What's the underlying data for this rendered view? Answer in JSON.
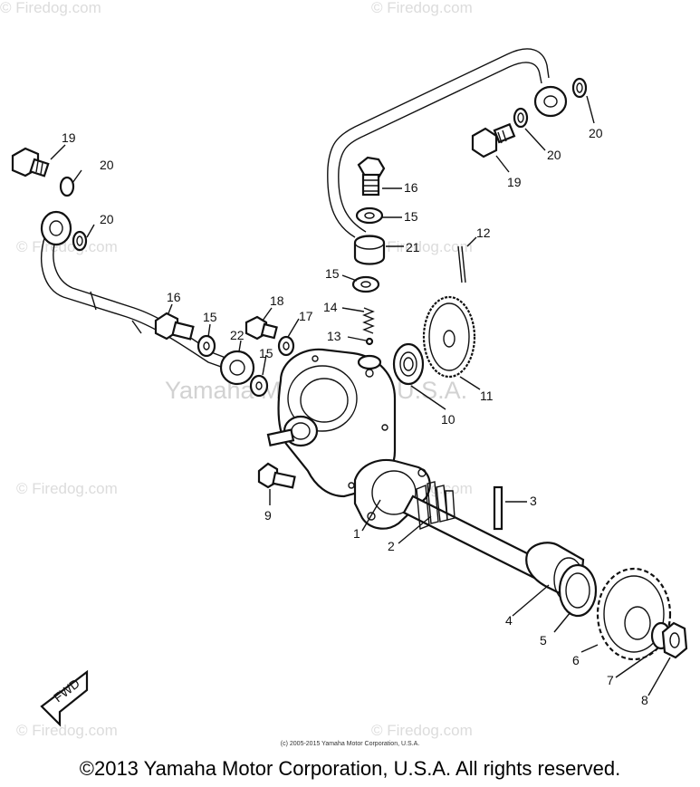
{
  "watermarks": {
    "site": "© Firedog.com",
    "corp": "Yamaha Motor Corp. U.S.A."
  },
  "labels": {
    "p1": "1",
    "p2": "2",
    "p3": "3",
    "p4": "4",
    "p5": "5",
    "p6": "6",
    "p7": "7",
    "p8": "8",
    "p9": "9",
    "p10": "10",
    "p11": "11",
    "p12": "12",
    "p13": "13",
    "p14": "14",
    "p15a": "15",
    "p15b": "15",
    "p15c": "15",
    "p15d": "15",
    "p16a": "16",
    "p16b": "16",
    "p17": "17",
    "p18": "18",
    "p19a": "19",
    "p19b": "19",
    "p20a": "20",
    "p20b": "20",
    "p20c": "20",
    "p20d": "20",
    "p21": "21",
    "p22": "22"
  },
  "fwd": "FWD",
  "footer": {
    "small": "(c) 2005-2015 Yamaha Motor Corporation, U.S.A.",
    "main": "©2013 Yamaha Motor Corporation, U.S.A. All rights reserved."
  }
}
